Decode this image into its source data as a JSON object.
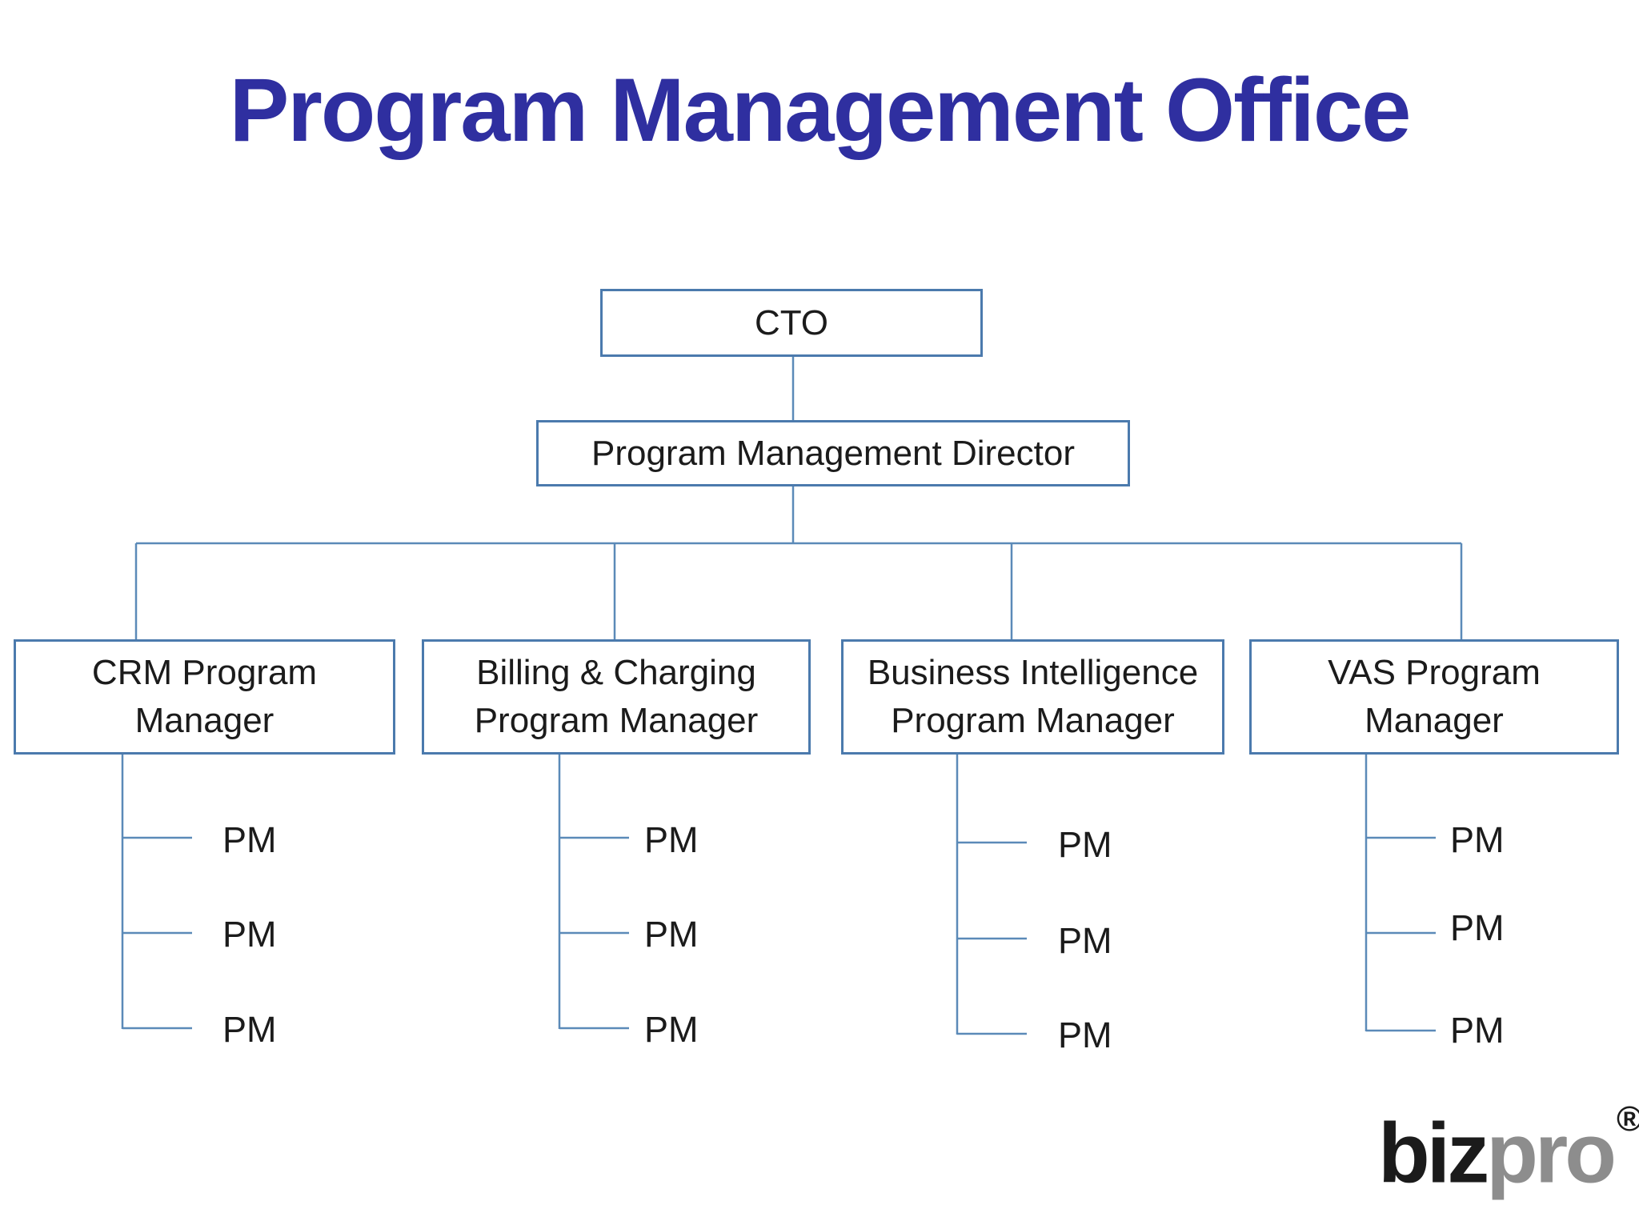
{
  "title": "Program Management Office",
  "colors": {
    "title_text": "#2F2FA0",
    "box_border": "#4b7aad",
    "connector_line": "#5b8ab8",
    "node_text": "#1b1b1b",
    "logo_black": "#1b1b1b",
    "logo_gray": "#8d8d8d"
  },
  "org": {
    "root": {
      "label": "CTO"
    },
    "director": {
      "label": "Program Management Director"
    },
    "managers": [
      {
        "lines": [
          "CRM Program",
          "Manager"
        ],
        "pms": [
          "PM",
          "PM",
          "PM"
        ]
      },
      {
        "lines": [
          "Billing & Charging",
          "Program Manager"
        ],
        "pms": [
          "PM",
          "PM",
          "PM"
        ]
      },
      {
        "lines": [
          "Business Intelligence",
          "Program Manager"
        ],
        "pms": [
          "PM",
          "PM",
          "PM"
        ]
      },
      {
        "lines": [
          "VAS Program",
          "Manager"
        ],
        "pms": [
          "PM",
          "PM",
          "PM"
        ]
      }
    ]
  },
  "logo": {
    "black": "biz",
    "gray": "pro",
    "registered": "®"
  }
}
